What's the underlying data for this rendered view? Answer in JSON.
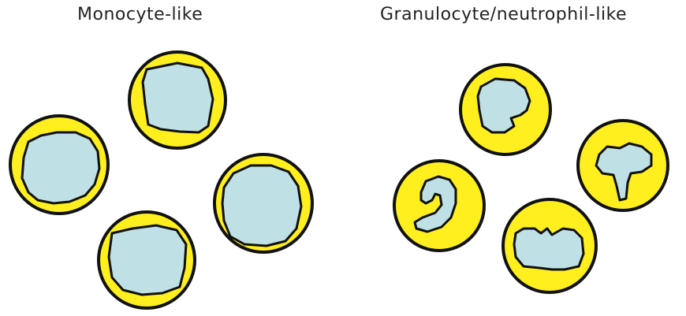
{
  "groups": {
    "monocyte": {
      "label": "Monocyte-like"
    },
    "granulocyte": {
      "label": "Granulocyte/neutrophil-like"
    }
  },
  "colors": {
    "cytoplasm": "#ffef1f",
    "nucleus": "#bfe1e6",
    "outline": "#111111"
  },
  "cells": {
    "monocyte_count": 4,
    "granulocyte_count": 4
  }
}
